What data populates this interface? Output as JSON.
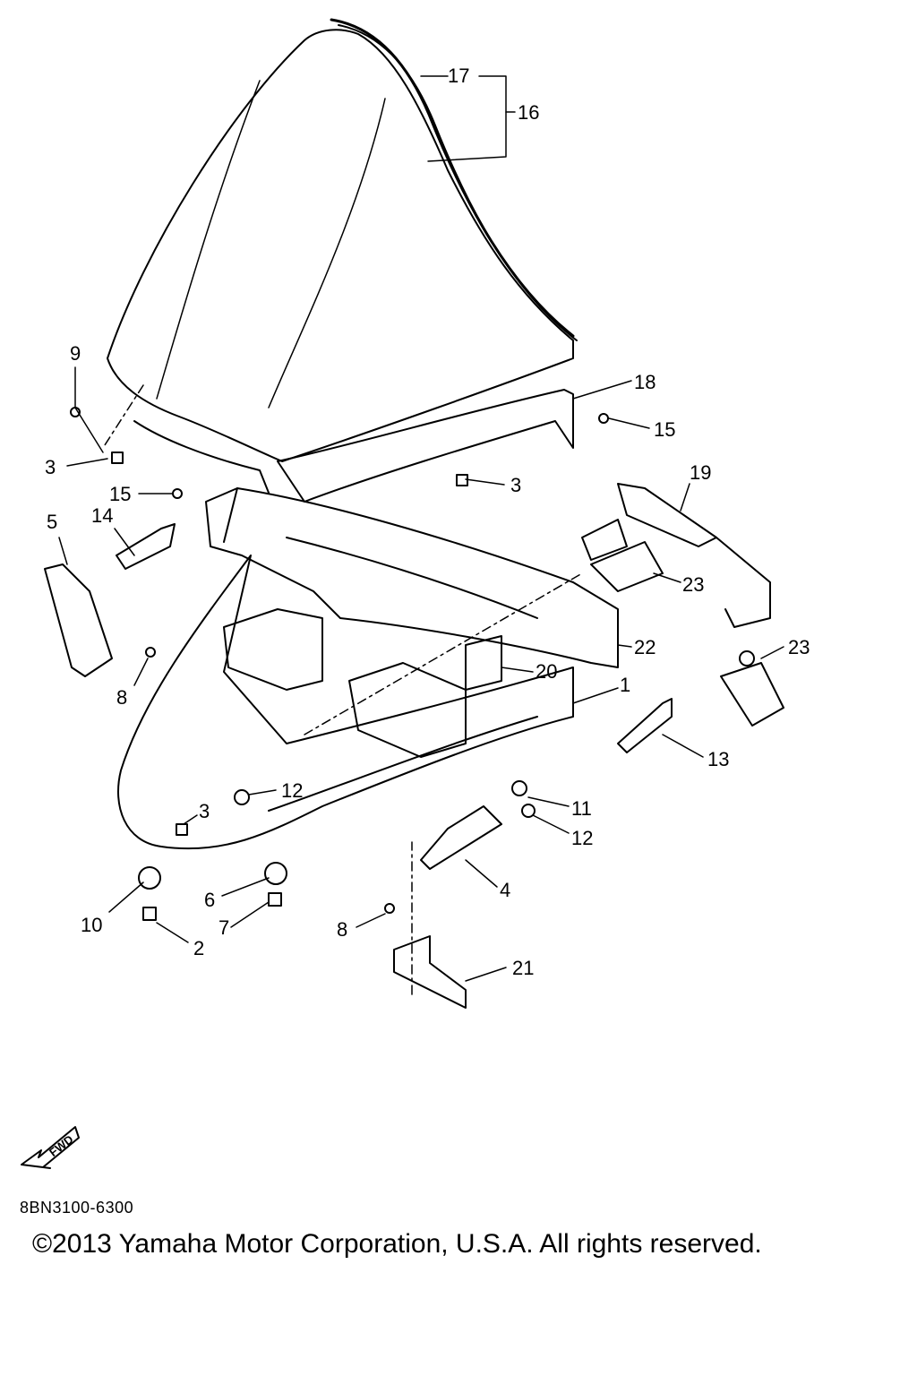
{
  "diagram": {
    "callouts": [
      "1",
      "2",
      "3",
      "4",
      "5",
      "6",
      "7",
      "8",
      "9",
      "10",
      "11",
      "12",
      "13",
      "14",
      "15",
      "16",
      "17",
      "18",
      "19",
      "20",
      "21",
      "22",
      "23"
    ],
    "labels": {
      "l17": "17",
      "l16": "16",
      "l18": "18",
      "l15a": "15",
      "l19": "19",
      "l9": "9",
      "l3a": "3",
      "l3b": "3",
      "l15b": "15",
      "l14": "14",
      "l5": "5",
      "l23a": "23",
      "l22": "22",
      "l23b": "23",
      "l8a": "8",
      "l20": "20",
      "l1": "1",
      "l13": "13",
      "l12a": "12",
      "l3c": "3",
      "l11": "11",
      "l12b": "12",
      "l4": "4",
      "l10": "10",
      "l6": "6",
      "l7": "7",
      "l2": "2",
      "l8b": "8",
      "l21": "21"
    }
  },
  "fwd_icon": {
    "name": "fwd-arrow-icon",
    "text": "FWD"
  },
  "footer": {
    "part_code": "8BN3100-6300",
    "copyright": "©2013 Yamaha Motor Corporation, U.S.A. All rights reserved."
  }
}
